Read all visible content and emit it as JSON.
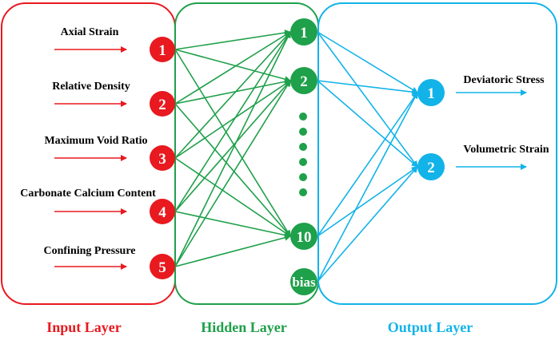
{
  "colors": {
    "input": "#e8191f",
    "hidden": "#1fa04a",
    "output": "#12b3e8",
    "text": "#000000"
  },
  "input_layer": {
    "title": "Input Layer",
    "nodes": [
      {
        "number": "1",
        "label": "Axial Strain"
      },
      {
        "number": "2",
        "label": "Relative Density"
      },
      {
        "number": "3",
        "label": "Maximum Void Ratio"
      },
      {
        "number": "4",
        "label": "Carbonate Calcium Content"
      },
      {
        "number": "5",
        "label": "Confining Pressure"
      }
    ]
  },
  "hidden_layer": {
    "title": "Hidden Layer",
    "nodes": [
      {
        "number": "1"
      },
      {
        "number": "2"
      },
      {
        "number": "10"
      }
    ],
    "bias_label": "bias",
    "ellipsis_dots": 6
  },
  "output_layer": {
    "title": "Output Layer",
    "nodes": [
      {
        "number": "1",
        "label": "Deviatoric Stress"
      },
      {
        "number": "2",
        "label": "Volumetric Strain"
      }
    ]
  }
}
